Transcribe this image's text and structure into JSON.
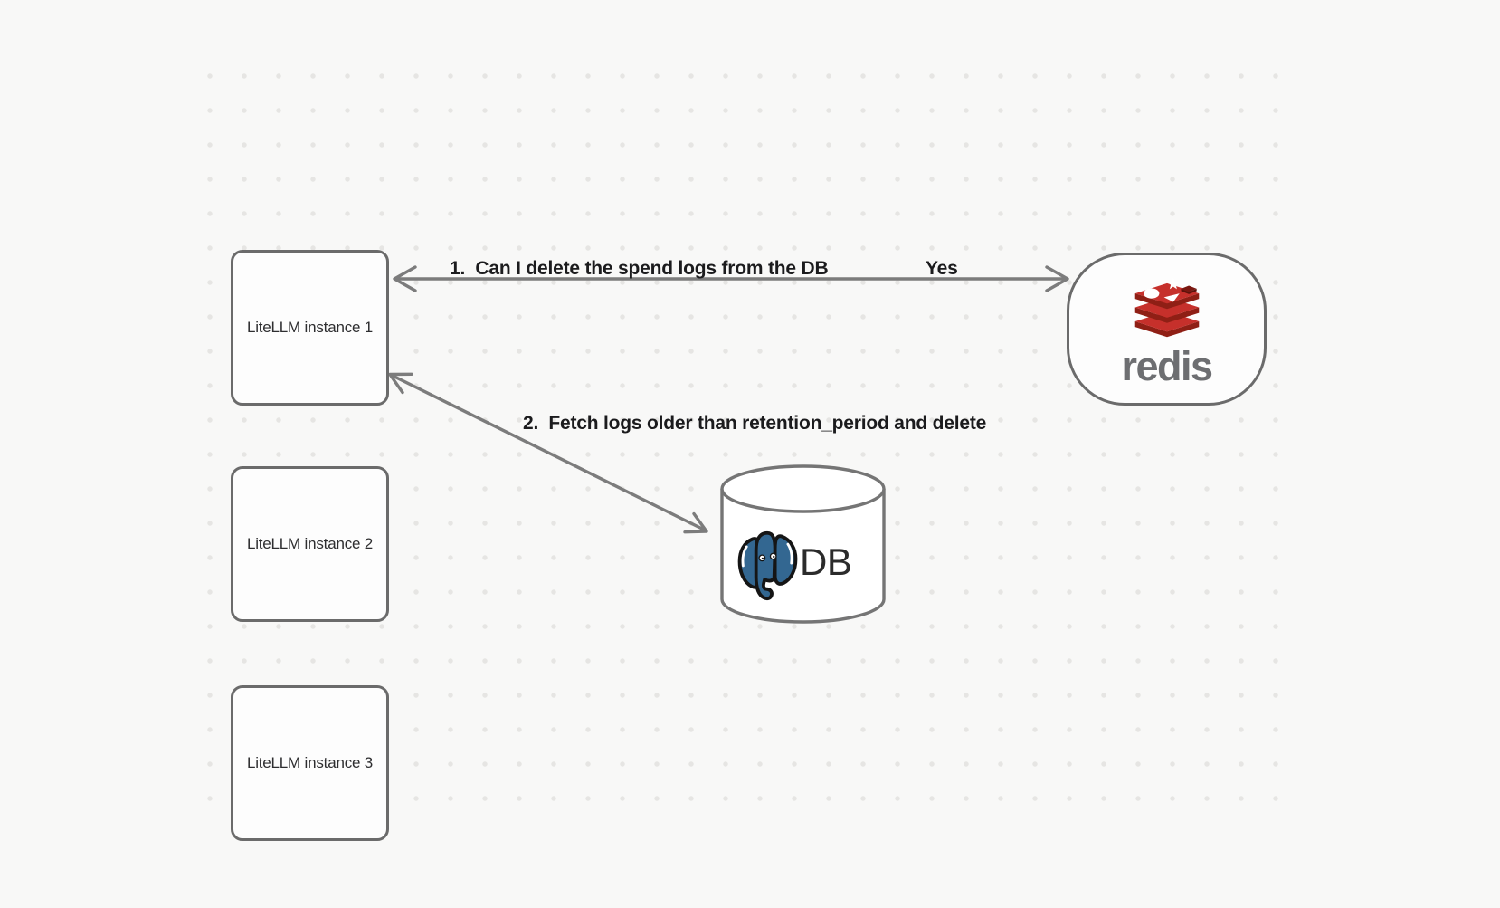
{
  "canvas": {
    "background_color": "#f8f8f7",
    "dot_color": "#e6e5e3"
  },
  "nodes": {
    "litellm_instances": [
      {
        "label": "LiteLLM instance 1"
      },
      {
        "label": "LiteLLM instance 2"
      },
      {
        "label": "LiteLLM instance 3"
      }
    ],
    "redis": {
      "wordmark": "redis",
      "logo_icon": "redis-stack-logo",
      "logo_red": "#c6302b",
      "logo_dark_red": "#8f1f15",
      "wordmark_color": "#6d6e71"
    },
    "database": {
      "label": "DB",
      "logo_icon": "postgresql-elephant-logo",
      "logo_blue": "#336791"
    }
  },
  "arrows": [
    {
      "label": "1.  Can I delete the spend logs from the DB",
      "response": "Yes",
      "from": "LiteLLM instance 1",
      "to": "redis",
      "heads": "both"
    },
    {
      "label": "2.  Fetch logs older than retention_period and delete",
      "from": "LiteLLM instance 1",
      "to": "DB",
      "heads": "both"
    }
  ],
  "style": {
    "shape_border_color": "#6b6b6b",
    "arrow_color": "#7c7c7c",
    "bold_label_color": "#1b1b1d",
    "node_label_color": "#2e2e30"
  }
}
